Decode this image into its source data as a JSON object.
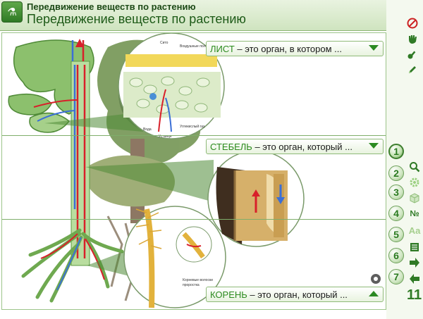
{
  "window": {
    "title_small": "Передвижение веществ по растению",
    "title_large": "Передвижение веществ по растению",
    "logo_text": "⚗",
    "controls": {
      "minimize": "_",
      "restore": "▫",
      "close": "✕"
    }
  },
  "panels": {
    "leaf": {
      "term": "ЛИСТ",
      "rest": " – это орган, в котором ..."
    },
    "stem": {
      "term": "СТЕБЕЛЬ",
      "rest": " – это орган, который ..."
    },
    "root": {
      "term": "КОРЕНЬ",
      "rest": " – это орган, который ..."
    }
  },
  "leaf_inset_labels": {
    "l1": "Сито",
    "l2": "Воздушные полости",
    "l3": "Вода",
    "l4": "Углекислый газ",
    "l5": "Устьице"
  },
  "root_inset_labels": {
    "l1": "Корневые волоски",
    "l2": "проростка"
  },
  "sidebar": {
    "icons": [
      "ban-icon",
      "hand-icon",
      "key-icon",
      "pencil-icon",
      "zoom-icon",
      "gear-icon",
      "cube-icon",
      "number-icon",
      "text-size-icon",
      "list-icon",
      "arrow-right-icon",
      "arrow-left-icon"
    ],
    "numbers": [
      "1",
      "2",
      "3",
      "4",
      "5",
      "6",
      "7"
    ],
    "active_number": "1",
    "number_icon_text": "№",
    "text_icon_text": "Aa",
    "page_number": "11"
  },
  "colors": {
    "accent_green": "#2b8a22",
    "xylem_red": "#d8202a",
    "phloem_blue": "#3b6fd6"
  }
}
